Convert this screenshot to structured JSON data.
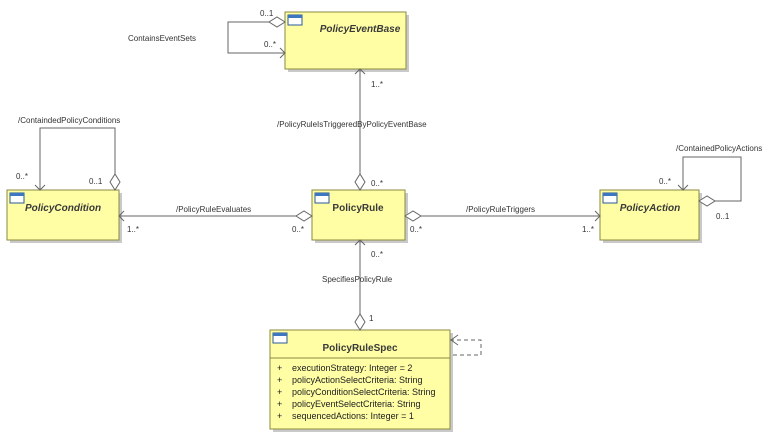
{
  "classes": {
    "policy_event_base": {
      "name": "PolicyEventBase"
    },
    "policy_condition": {
      "name": "PolicyCondition"
    },
    "policy_rule": {
      "name": "PolicyRule"
    },
    "policy_action": {
      "name": "PolicyAction"
    },
    "policy_rule_spec": {
      "name": "PolicyRuleSpec",
      "attributes": [
        {
          "vis": "+",
          "text": "executionStrategy: Integer = 2"
        },
        {
          "vis": "+",
          "text": "policyActionSelectCriteria: String"
        },
        {
          "vis": "+",
          "text": "policyConditionSelectCriteria: String"
        },
        {
          "vis": "+",
          "text": "policyEventSelectCriteria: String"
        },
        {
          "vis": "+",
          "text": "sequencedActions: Integer = 1"
        }
      ]
    }
  },
  "associations": {
    "contains_event_sets": {
      "label": "ContainsEventSets",
      "mult_top": "0..1",
      "mult_bottom": "0..*"
    },
    "contained_policy_conditions": {
      "label": "/ContaindedPolicyConditions",
      "mult_left": "0..*",
      "mult_right": "0..1"
    },
    "triggered_by_event_base": {
      "label": "/PolicyRuleIsTriggeredByPolicyEventBase",
      "mult_top": "1..*",
      "mult_bottom": "0..*"
    },
    "rule_evaluates": {
      "label": "/PolicyRuleEvaluates",
      "mult_left": "1..*",
      "mult_right": "0..*"
    },
    "rule_triggers": {
      "label": "/PolicyRuleTriggers",
      "mult_left": "0..*",
      "mult_right": "1..*"
    },
    "contained_policy_actions": {
      "label": "/ContainedPolicyActions",
      "mult_top": "0..*",
      "mult_bottom": "0..1"
    },
    "specifies_policy_rule": {
      "label": "SpecifiesPolicyRule",
      "mult_top": "0..*",
      "mult_bottom": "1"
    }
  }
}
